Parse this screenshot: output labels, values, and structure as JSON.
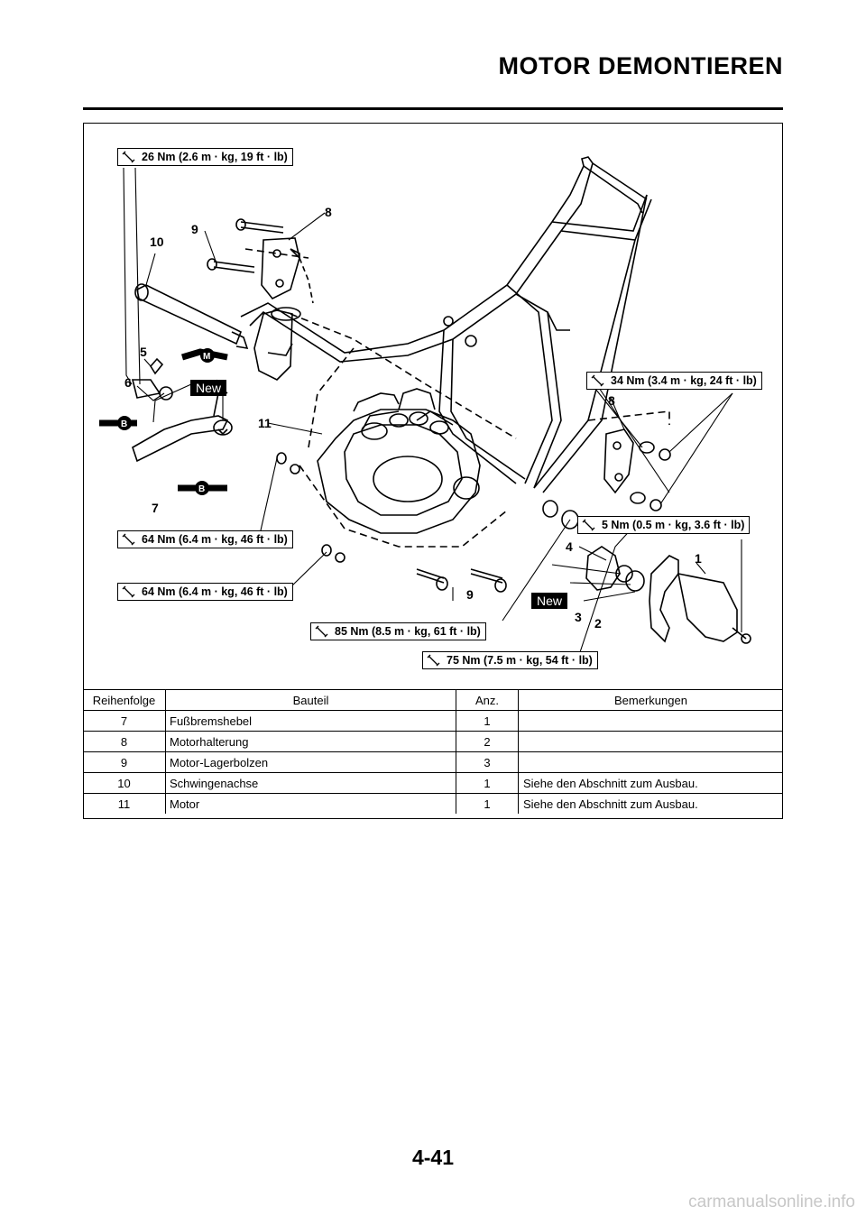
{
  "header": {
    "title": "MOTOR DEMONTIEREN"
  },
  "diagram": {
    "torque_labels": [
      "26 Nm (2.6 m · kg, 19 ft · lb)",
      "34 Nm (3.4 m · kg, 24 ft · lb)",
      "5 Nm (0.5 m · kg, 3.6 ft · lb)",
      "64 Nm (6.4 m · kg, 46 ft · lb)",
      "64 Nm (6.4 m · kg, 46 ft · lb)",
      "85 Nm (8.5 m · kg, 61 ft · lb)",
      "75 Nm (7.5 m · kg, 54 ft · lb)"
    ],
    "new_labels": [
      "New",
      "New"
    ],
    "callouts": [
      "10",
      "9",
      "8",
      "5",
      "6",
      "11",
      "7",
      "8",
      "4",
      "1",
      "3",
      "2",
      "9"
    ],
    "lubricant_symbols": [
      "M",
      "B",
      "B"
    ]
  },
  "table": {
    "headers": [
      "Reihenfolge",
      "Bauteil",
      "Anz.",
      "Bemerkungen"
    ],
    "rows": [
      [
        "7",
        "Fußbremshebel",
        "1",
        ""
      ],
      [
        "8",
        "Motorhalterung",
        "2",
        ""
      ],
      [
        "9",
        "Motor-Lagerbolzen",
        "3",
        ""
      ],
      [
        "10",
        "Schwingenachse",
        "1",
        "Siehe den Abschnitt zum Ausbau."
      ],
      [
        "11",
        "Motor",
        "1",
        "Siehe den Abschnitt zum Ausbau."
      ]
    ]
  },
  "footer": {
    "page_number": "4-41",
    "watermark": "carmanualsonline.info"
  }
}
